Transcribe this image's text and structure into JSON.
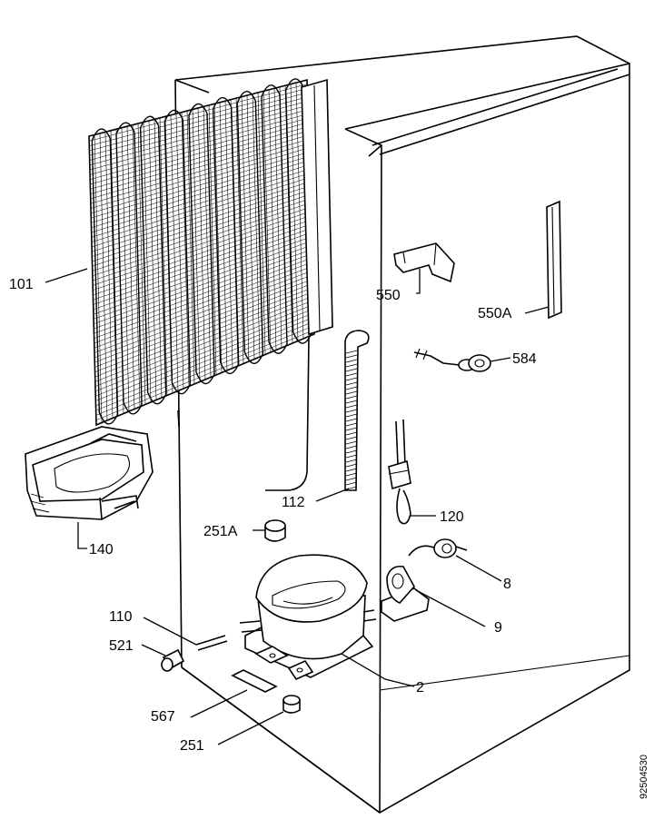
{
  "labels": {
    "p101": "101",
    "p140": "140",
    "p112": "112",
    "p120": "120",
    "p550": "550",
    "p550A": "550A",
    "p584": "584",
    "p251A": "251A",
    "p8": "8",
    "p9": "9",
    "p110": "110",
    "p521": "521",
    "p2": "2",
    "p567": "567",
    "p251": "251"
  },
  "drawing_code": "92504530"
}
